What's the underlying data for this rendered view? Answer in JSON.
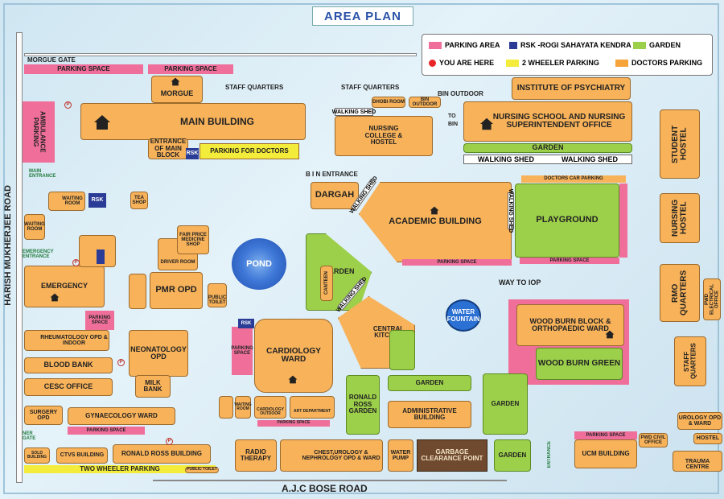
{
  "title": "AREA PLAN",
  "legend": {
    "parking_area": "PARKING AREA",
    "rsk": "RSK -ROGI SAHAYATA KENDRA",
    "garden": "GARDEN",
    "you_are_here": "YOU ARE HERE",
    "two_wheeler": "2 WHEELER PARKING",
    "doctors_parking": "DOCTORS PARKING"
  },
  "colors": {
    "building": "#f7b25a",
    "garden": "#9dd04a",
    "parking": "#ef6f9a",
    "rsk": "#2a3c96",
    "here": "#e8262a",
    "two_wheeler": "#f4ec3a",
    "doctors": "#f6a43a"
  },
  "roads": {
    "left": "HARISH MUKHERJEE ROAD",
    "bottom": "A.J.C BOSE ROAD"
  },
  "labels": {
    "morgue_gate": "MORGUE GATE",
    "parking_space": "PARKING SPACE",
    "staff_quarters": "STAFF QUARTERS",
    "bin_outdoor": "BIN OUTDOOR",
    "bin_entrance": "B I N ENTRANCE",
    "main_entrance": "MAIN ENTRANCE",
    "emergency_entrance": "EMERGENCY ENTRANCE",
    "ner_gate": "NER GATE",
    "to_bin": "TO BIN",
    "way_to_iop": "WAY TO IOP",
    "entrance": "ENTRANCE",
    "walking_shed": "WALKING SHED",
    "doctors_car_parking": "DOCTORS CAR PARKING",
    "ambulance_parking_side": "AMBULANCE PARKING",
    "two_wheeler_parking": "TWO WHEELER PARKING",
    "public_toilet": "PUBLIC TOILET",
    "garden": "GARDEN"
  },
  "buildings": {
    "morgue": "MORGUE",
    "main_building": "MAIN BUILDING",
    "entrance_main_block": "ENTRANCE OF MAIN BLOCK",
    "rsk": "RSK",
    "parking_doctors": "PARKING FOR DOCTORS",
    "ambulance_parking": "AMBULANCE PARKING",
    "dhobi_room": "DHOBI ROOM",
    "bin_outdoor": "BIN OUTDOOR",
    "nursing_college": "NURSING COLLEGE & HOSTEL",
    "gate": "GATE",
    "institute_psychiatry": "INSTITUTE OF PSYCHIATRY",
    "nursing_school": "NURSING SCHOOL AND NURSING SUPERINTENDENT OFFICE",
    "student_hostel": "STUDENT HOSTEL",
    "nursing_hostel": "NURSING HOSTEL",
    "rmo_quarters": "RMO QUARTERS",
    "pwd_electrical": "PWD ELECTRICAL OFFICE",
    "staff_quarters": "STAFF QUARTERS",
    "waiting_room": "WAITING ROOM",
    "tea_shop": "TEA SHOP",
    "dargah": "DARGAH",
    "academic_building": "ACADEMIC BUILDING",
    "playground": "PLAYGROUND",
    "fair_price": "FAIR PRICE MEDICINE SHOP",
    "driver_room": "DRIVER ROOM",
    "pmr_opd": "PMR OPD",
    "emergency": "EMERGENCY",
    "pond": "POND",
    "canteen": "CANTEEN",
    "central_kitchen": "CENTRAL KITCHEN",
    "water_fountain": "WATER FOUNTAIN",
    "wood_burn_block": "WOOD BURN BLOCK & ORTHOPAEDIC WARD",
    "wood_burn_green": "WOOD BURN GREEN",
    "rheumatology": "RHEUMATOLOGY OPD & INDOOR",
    "neonatology": "NEONATOLOGY OPD",
    "cardiology": "CARDIOLOGY WARD",
    "blood_bank": "BLOOD BANK",
    "milk_bank": "MILK BANK",
    "cesc": "CESC OFFICE",
    "ronald_ross_garden": "RONALD ROSS GARDEN",
    "administrative": "ADMINISTRATIVE BUILDING",
    "surgery": "SURGERY OPD",
    "gynaecology": "GYNAECOLOGY WARD",
    "cardiology_outdoor": "CARDIOLOGY OUTDOOR",
    "art_department": "ART DEPARTMENT",
    "sold_building": "SOLD BUILDING",
    "ctvs": "CTVS BUILDING",
    "ronald_ross_building": "RONALD ROSS BUILDING",
    "radio_therapy": "RADIO THERAPY",
    "chest": "CHEST,UROLOGY & NEPHROLOGY OPD & WARD",
    "water_pump": "WATER PUMP",
    "garbage": "GARBAGE CLEARANCE POINT",
    "ucm": "UCM BUILDING",
    "pwd_civil": "PWD CIVIL OFFICE",
    "urology_opd": "UROLOGY OPD & WARD",
    "hostel": "HOSTEL",
    "trauma": "TRAUMA CENTRE"
  },
  "icons": {
    "building": "house-icon",
    "parking": "parking-p-icon"
  }
}
